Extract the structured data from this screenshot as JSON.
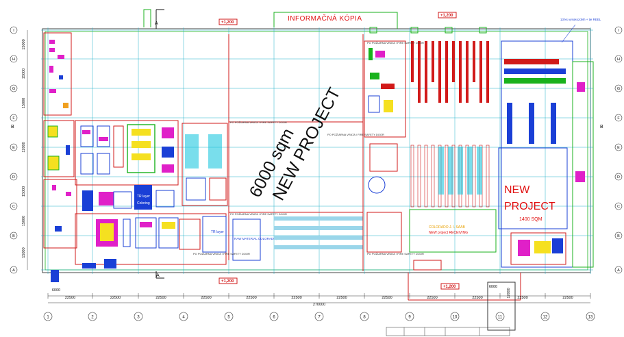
{
  "stamp": "INFORMAČNÁ KÓPIA",
  "annotations": {
    "big_project_line1": "6000 sqm",
    "big_project_line2": "NEW PROJECT",
    "right_project_line1": "NEW",
    "right_project_line2": "PROJECT",
    "right_project_area": "1400 SQM",
    "colorado_line1": "COLORADO J. I. SAAB",
    "colorado_line2": "NEW project RECEIVING",
    "top_right_note": "13 ks vysokozdvih + tie REEL"
  },
  "row_axes": [
    "I",
    "H",
    "G",
    "F",
    "E",
    "D",
    "C",
    "B",
    "A"
  ],
  "column_axes": [
    "1",
    "2",
    "3",
    "4",
    "5",
    "6",
    "7",
    "8",
    "9",
    "10",
    "11",
    "12",
    "13"
  ],
  "row_spacings": [
    "15000",
    "15000",
    "15000",
    "12000",
    "15000",
    "15000",
    "15000"
  ],
  "column_spacings": [
    "22500",
    "22500",
    "22500",
    "22500",
    "22500",
    "22500",
    "22500",
    "22500",
    "22500",
    "22500",
    "22500",
    "22500"
  ],
  "total_width": "270000",
  "left_dim": "6000",
  "right_dim": "6000",
  "right_dim_vertical": "12000",
  "elevations": [
    "+1,200",
    "+1,200",
    "+1,200",
    "+1,200"
  ],
  "section_marks": [
    "A",
    "A",
    "B",
    "B"
  ],
  "door_labels": [
    "PO POŽIARNA VRATA / FIRE SAFETY DOOR",
    "PO POŽIARNA VRATA / FIRE SAFETY DOOR",
    "PO POŽIARNA VRATA / FIRE SAFETY DOOR",
    "PO POŽIARNA VRATA / FIRE SAFETY DOOR",
    "PO POŽIARNA VRATA / FIRE SAFETY DOOR",
    "PO POŽIARNA VRATA / FIRE SAFETY DOOR"
  ],
  "area_labels": {
    "tr_layer": "TR layer",
    "coloring": "Coloring",
    "tr_layer2": "TR layer",
    "raw_materials": "RAW MATERIAL COLORADO, TR, FOAMING"
  },
  "colors": {
    "grid": "#21b0c8",
    "wall": "#d11a1a",
    "project_text": "#111111",
    "right_project_text": "#e01010",
    "stamp": "#e01010",
    "greenline": "#19b21d",
    "machine_blue": "#1a3fd6",
    "machine_magenta": "#e020c8"
  }
}
